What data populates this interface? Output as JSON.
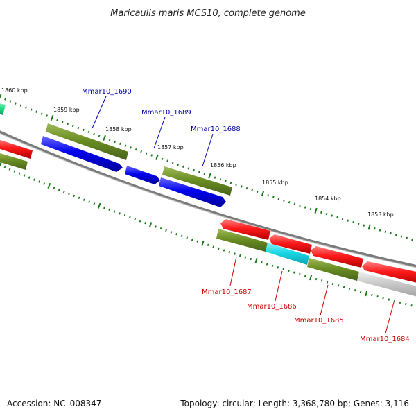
{
  "title": "Maricaulis maris MCS10, complete genome",
  "footer": {
    "accession": "Accession: NC_008347",
    "topology": "Topology: circular; Length: 3,368,780 bp; Genes: 3,116"
  },
  "colors": {
    "forward_label": "#0000aa",
    "reverse_label": "#cc0000",
    "tick": "#1a7a1a",
    "backbone": "#808080",
    "red_gene": "#ff1a1a",
    "blue_gene": "#0000ee",
    "olive_gene": "#6b8e23",
    "cyan_gene": "#1ad7e6",
    "gray_gene": "#c8c8c8",
    "green_gene": "#22dd88"
  },
  "ticks": [
    {
      "label": "1860 kbp"
    },
    {
      "label": "1859 kbp"
    },
    {
      "label": "1858 kbp"
    },
    {
      "label": "1857 kbp"
    },
    {
      "label": "1856 kbp"
    },
    {
      "label": "1855 kbp"
    },
    {
      "label": "1854 kbp"
    },
    {
      "label": "1853 kbp"
    }
  ],
  "forward_genes": [
    {
      "label": "Mmar10_1690"
    },
    {
      "label": "Mmar10_1689"
    },
    {
      "label": "Mmar10_1688"
    }
  ],
  "reverse_genes": [
    {
      "label": "Mmar10_1687"
    },
    {
      "label": "Mmar10_1686"
    },
    {
      "label": "Mmar10_1685"
    },
    {
      "label": "Mmar10_1684"
    }
  ]
}
